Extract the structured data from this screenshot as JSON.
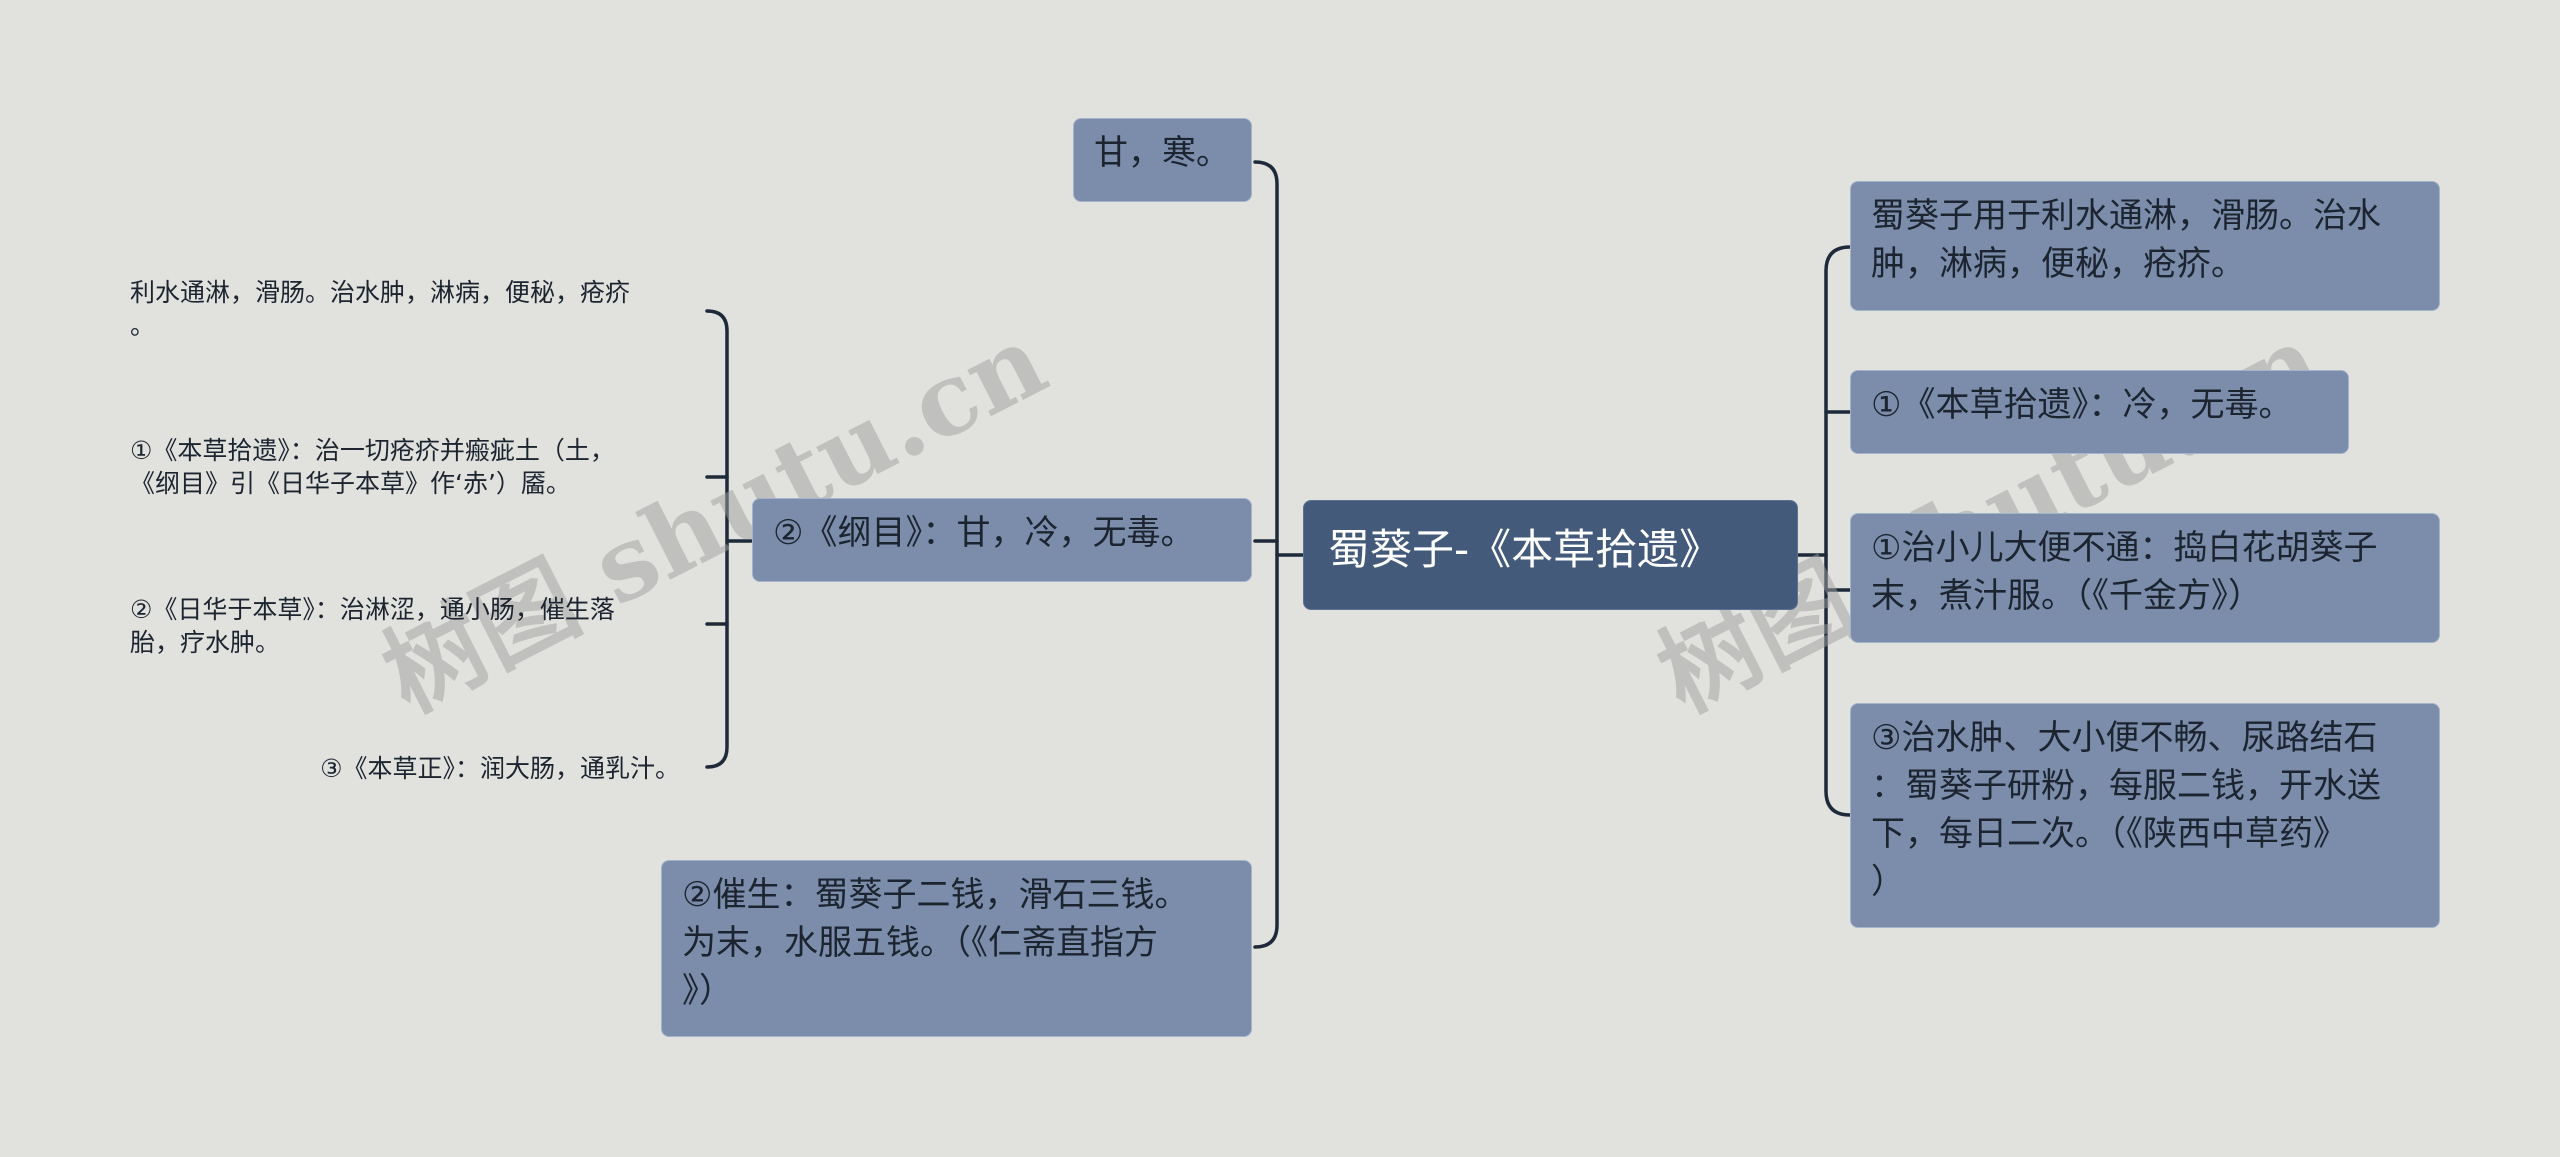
{
  "root": {
    "label": "蜀葵子-《本草拾遗》"
  },
  "left_branches": [
    {
      "label": "甘，寒。"
    },
    {
      "label": "②《纲目》：甘，冷，无毒。",
      "children": [
        {
          "label": "利水通淋，滑肠。治水肿，淋病，便秘，疮疥\n。"
        },
        {
          "label": "①《本草拾遗》：治一切疮疥并瘢疵土（土，\n《纲目》引《日华子本草》作‘赤’）靥。"
        },
        {
          "label": "②《日华于本草》：治淋涩，通小肠，催生落\n胎，疗水肿。"
        },
        {
          "label": "③《本草正》：润大肠，通乳汁。"
        }
      ]
    },
    {
      "label": "②催生：蜀葵子二钱，滑石三钱。\n为末，水服五钱。（《仁斋直指方\n》）"
    }
  ],
  "right_branches": [
    {
      "label": "蜀葵子用于利水通淋，滑肠。治水\n肿，淋病，便秘，疮疥。"
    },
    {
      "label": "①《本草拾遗》：冷，无毒。"
    },
    {
      "label": "①治小儿大便不通：捣白花胡葵子\n末，煮汁服。（《千金方》）"
    },
    {
      "label": "③治水肿、大小便不畅、尿路结石\n：蜀葵子研粉，每服二钱，开水送\n下，每日二次。（《陕西中草药》\n）"
    }
  ],
  "watermarks": [
    "树图 shutu.cn",
    "树图 shutu.cn"
  ]
}
